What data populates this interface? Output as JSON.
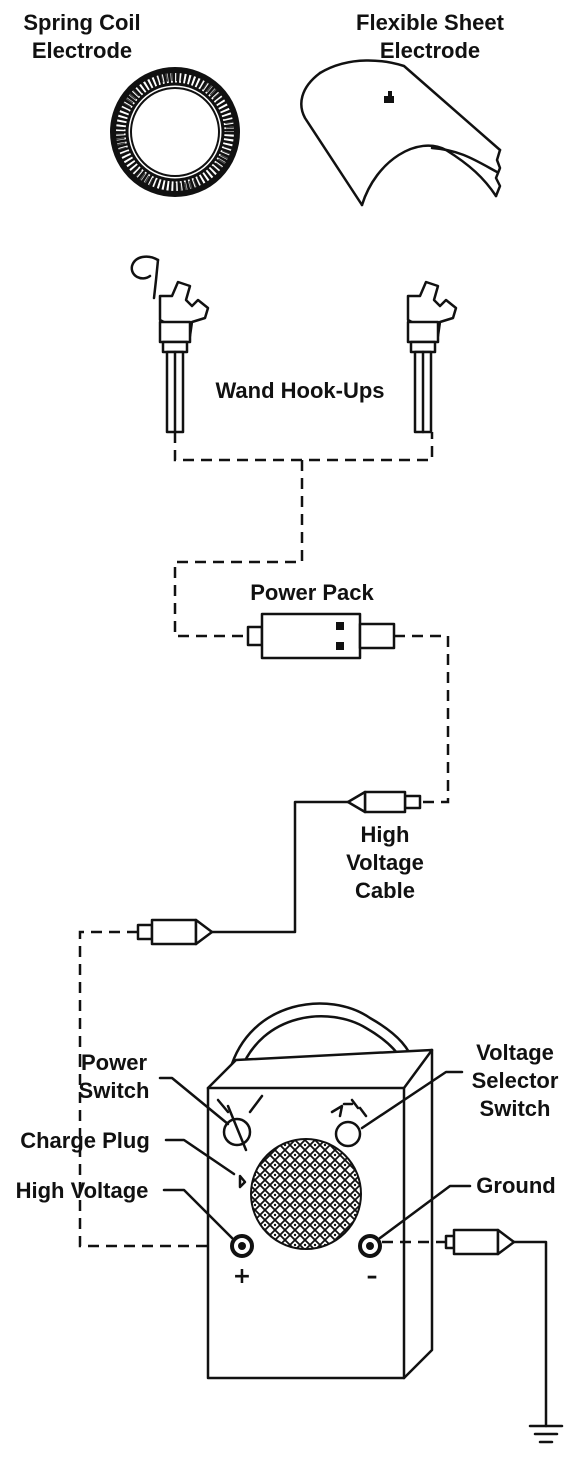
{
  "labels": {
    "spring_coil_1": "Spring Coil",
    "spring_coil_2": "Electrode",
    "flexible_sheet_1": "Flexible Sheet",
    "flexible_sheet_2": "Electrode",
    "wand_hookups": "Wand Hook-Ups",
    "power_pack": "Power Pack",
    "high_voltage_cable_1": "High",
    "high_voltage_cable_2": "Voltage",
    "high_voltage_cable_3": "Cable",
    "power_switch_1": "Power",
    "power_switch_2": "Switch",
    "voltage_selector_1": "Voltage",
    "voltage_selector_2": "Selector",
    "voltage_selector_3": "Switch",
    "charge_plug": "Charge Plug",
    "high_voltage": "High Voltage",
    "ground": "Ground",
    "plus_sign": "+",
    "minus_sign": "–"
  },
  "colors": {
    "ink": "#111111",
    "background": "#ffffff"
  }
}
